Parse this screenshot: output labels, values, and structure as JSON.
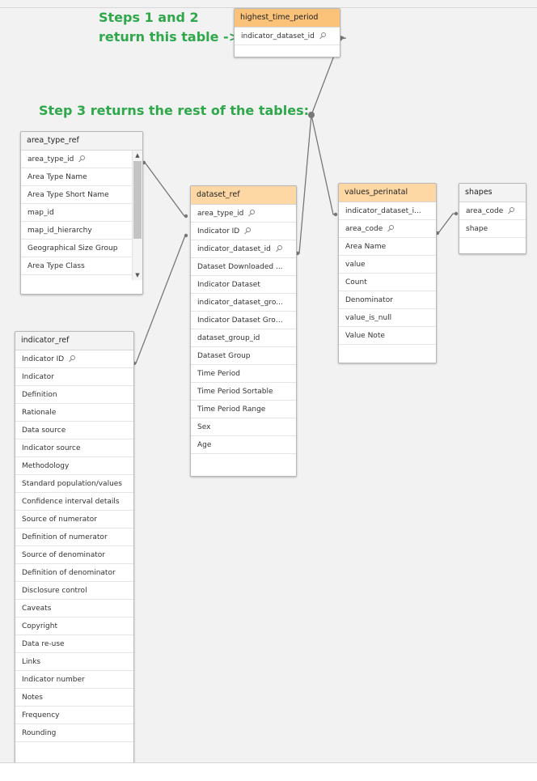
{
  "annotations": {
    "steps_1_2_line1": "Steps 1 and 2",
    "steps_1_2_line2": "return this table ->",
    "step_3": "Step 3 returns the rest of the tables:"
  },
  "colors": {
    "annotation": "#2ea84a",
    "header_highlight": "#fdd8a4",
    "header_highlight_strong": "#fbc27a",
    "link_line": "#777777"
  },
  "icons": {
    "key": "key-icon",
    "scroll_up": "chevron-up-icon",
    "scroll_down": "chevron-down-icon"
  },
  "tables": {
    "highest_time_period": {
      "title": "highest_time_period",
      "fields": [
        "indicator_dataset_id"
      ]
    },
    "area_type_ref": {
      "title": "area_type_ref",
      "fields": [
        "area_type_id",
        "Area Type Name",
        "Area Type Short Name",
        "map_id",
        "map_id_hierarchy",
        "Geographical Size Group",
        "Area Type Class"
      ]
    },
    "dataset_ref": {
      "title": "dataset_ref",
      "fields": [
        "area_type_id",
        "Indicator ID",
        "indicator_dataset_id",
        "Dataset Downloaded ...",
        "Indicator Dataset",
        "indicator_dataset_gro...",
        "Indicator Dataset Group",
        "dataset_group_id",
        "Dataset Group",
        "Time Period",
        "Time Period Sortable",
        "Time Period Range",
        "Sex",
        "Age"
      ]
    },
    "values_perinatal": {
      "title": "values_perinatal",
      "fields": [
        "indicator_dataset_i...",
        "area_code",
        "Area Name",
        "value",
        "Count",
        "Denominator",
        "value_is_null",
        "Value Note"
      ]
    },
    "shapes": {
      "title": "shapes",
      "fields": [
        "area_code",
        "shape"
      ]
    },
    "indicator_ref": {
      "title": "indicator_ref",
      "fields": [
        "Indicator ID",
        "Indicator",
        "Definition",
        "Rationale",
        "Data source",
        "Indicator source",
        "Methodology",
        "Standard population/values",
        "Confidence interval details",
        "Source of numerator",
        "Definition of numerator",
        "Source of denominator",
        "Definition of denominator",
        "Disclosure control",
        "Caveats",
        "Copyright",
        "Data re-use",
        "Links",
        "Indicator number",
        "Notes",
        "Frequency",
        "Rounding"
      ]
    }
  }
}
